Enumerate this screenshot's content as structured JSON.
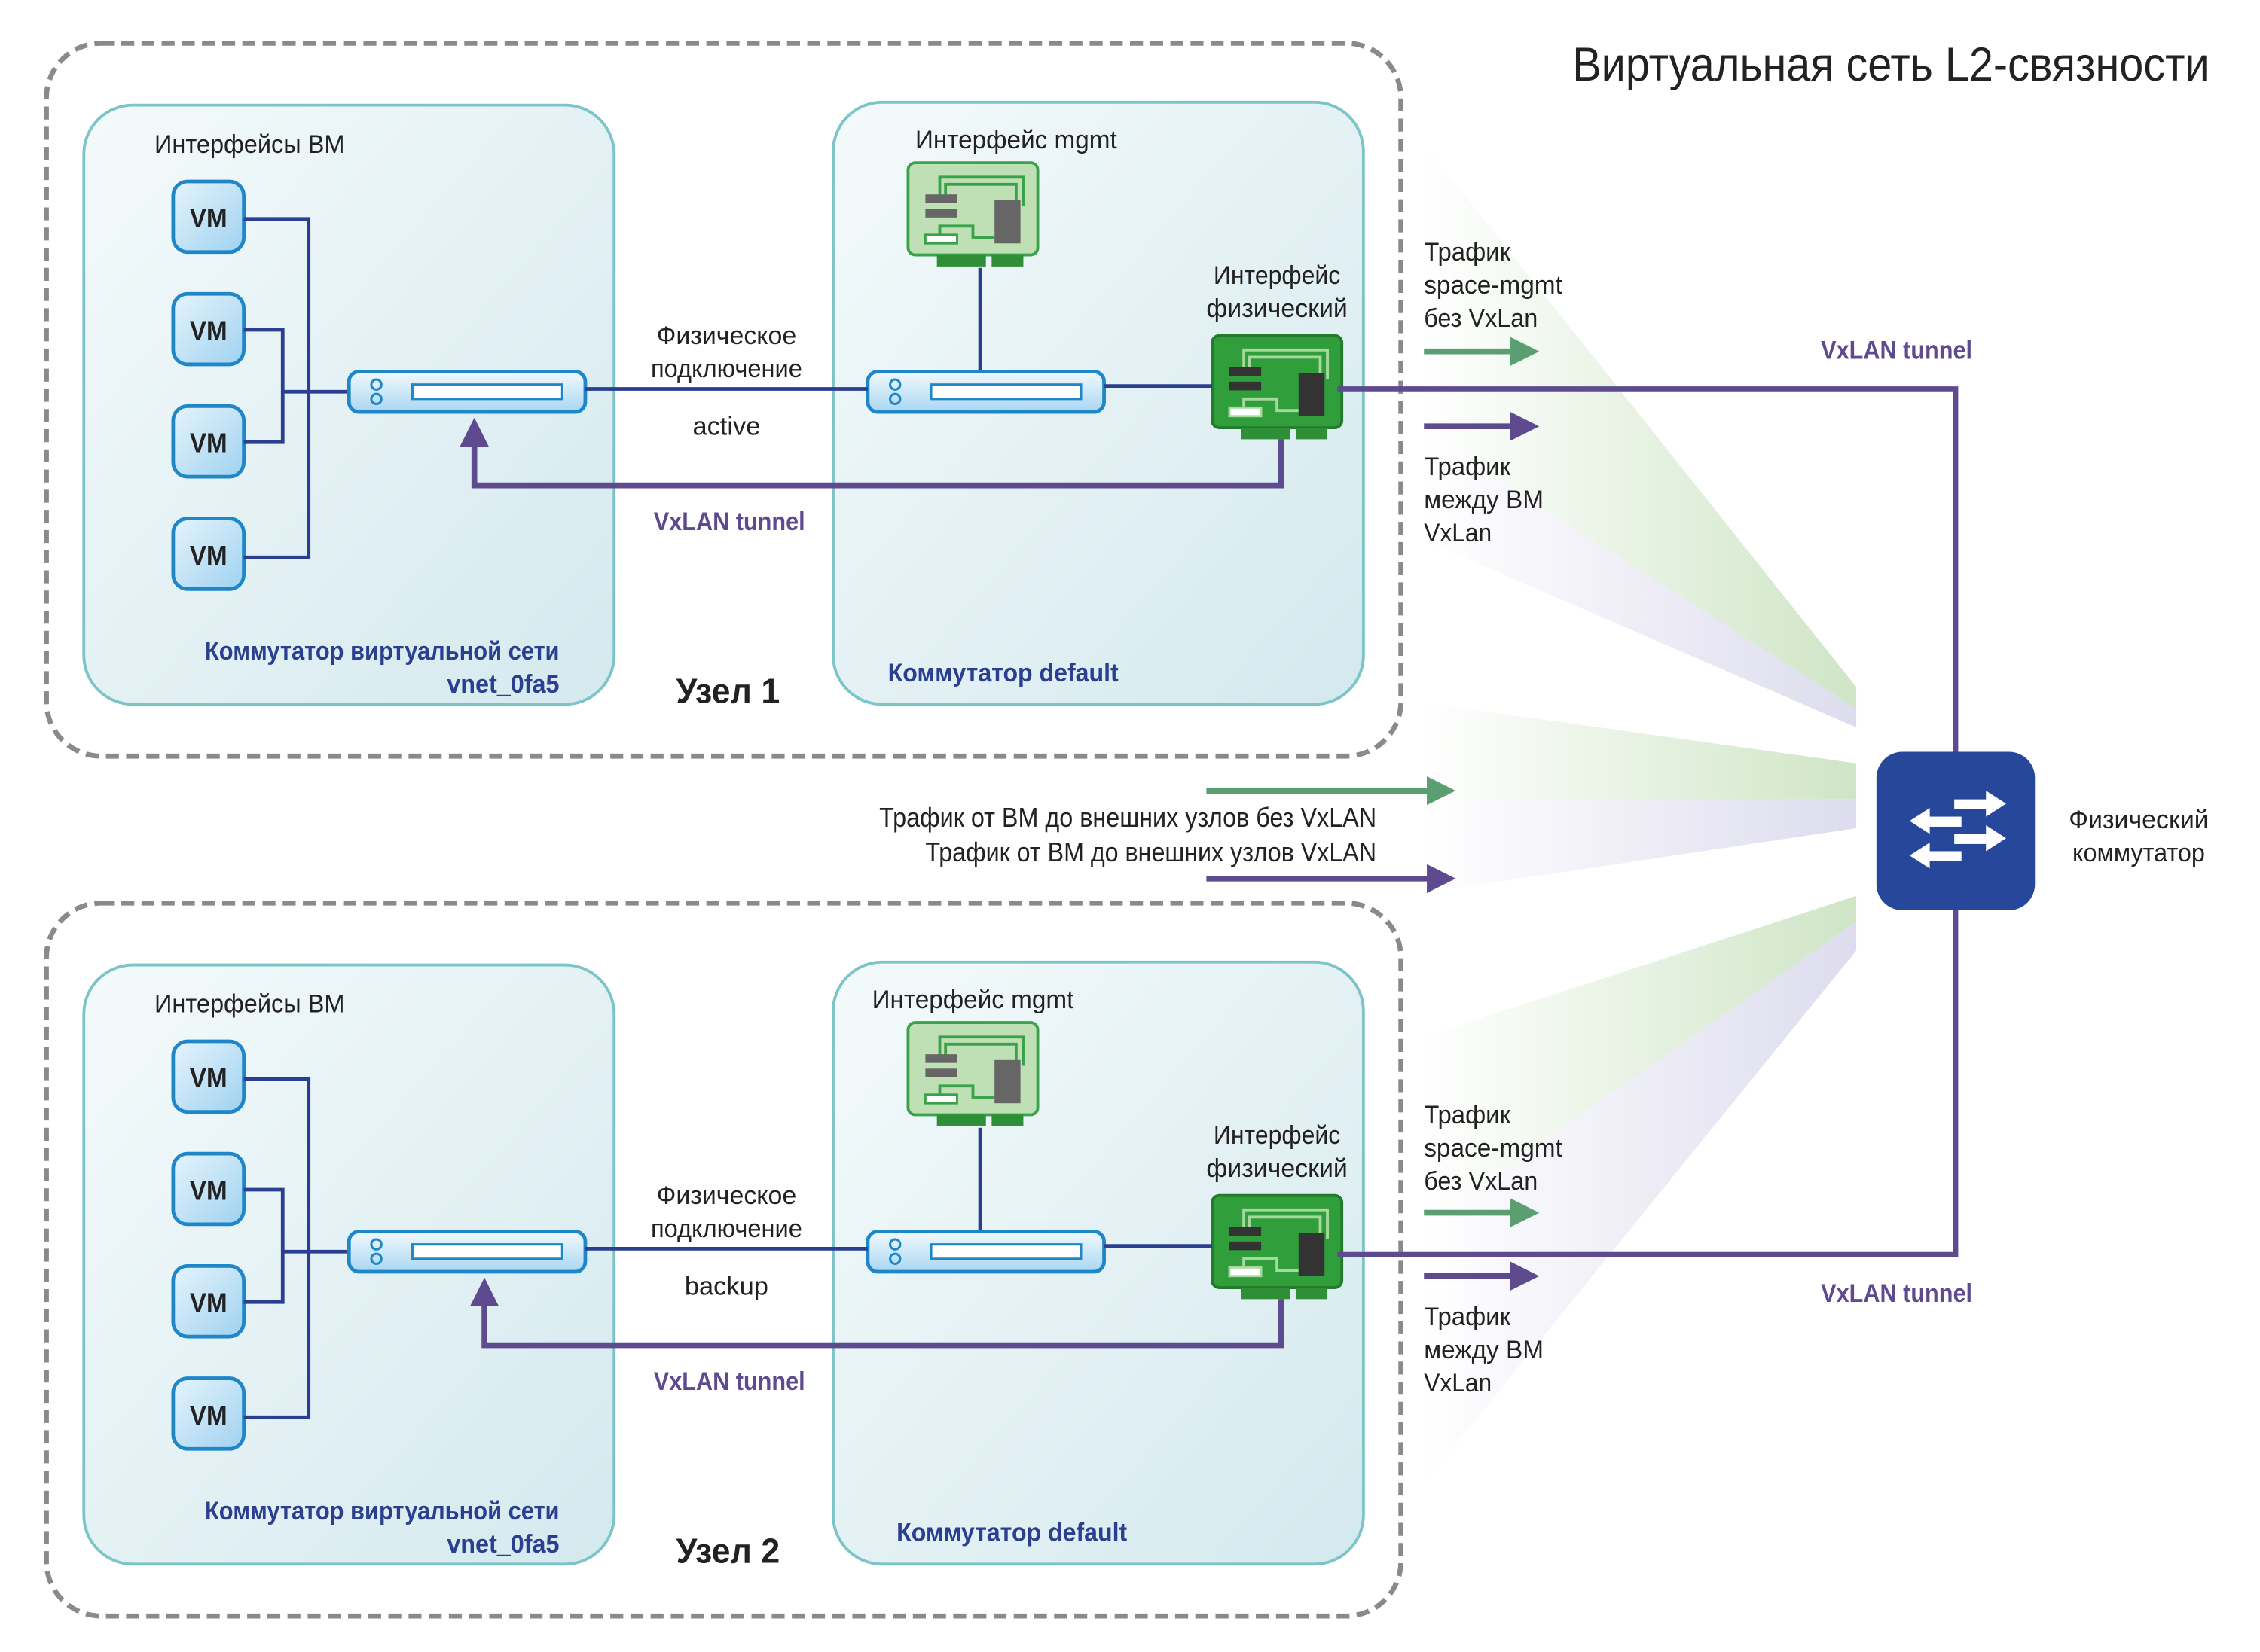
{
  "title": "Виртуальная сеть L2-связности",
  "colors": {
    "vm_line": "#2a3f8f",
    "vxlan": "#5e4b8f",
    "green_arrow": "#5a9e72",
    "green_text": "#2e6b2e",
    "purple_text": "#5e4b8f",
    "switch_label": "#2a3f8f",
    "physical_switch": "#26479a",
    "panel_border": "#7cc4c8",
    "dashed_border": "#8a8a8a"
  },
  "nodes": [
    {
      "name": "Узел 1",
      "vm_panel": {
        "header": "Интерфейсы ВМ",
        "vms": [
          "VM",
          "VM",
          "VM",
          "VM"
        ],
        "switch_label_line1": "Коммутатор виртуальной сети",
        "switch_label_line2": "vnet_0fa5"
      },
      "link": {
        "label_line1": "Физическое",
        "label_line2": "подключение",
        "state": "active",
        "tunnel_label": "VxLAN tunnel"
      },
      "default_panel": {
        "mgmt_label": "Интерфейс mgmt",
        "phys_label_line1": "Интерфейс",
        "phys_label_line2": "физический",
        "switch_label": "Коммутатор default"
      },
      "traffic": {
        "green_line1": "Трафик",
        "green_line2": "space-mgmt",
        "green_line3": "без VxLan",
        "purple_line1": "Трафик",
        "purple_line2": "между ВМ",
        "purple_line3": "VxLan"
      },
      "uplink_label": "VxLAN tunnel"
    },
    {
      "name": "Узел 2",
      "vm_panel": {
        "header": "Интерфейсы ВМ",
        "vms": [
          "VM",
          "VM",
          "VM",
          "VM"
        ],
        "switch_label_line1": "Коммутатор виртуальной сети",
        "switch_label_line2": "vnet_0fa5"
      },
      "link": {
        "label_line1": "Физическое",
        "label_line2": "подключение",
        "state": "backup",
        "tunnel_label": "VxLAN tunnel"
      },
      "default_panel": {
        "mgmt_label": "Интерфейс mgmt",
        "phys_label_line1": "Интерфейс",
        "phys_label_line2": "физический",
        "switch_label": "Коммутатор default"
      },
      "traffic": {
        "green_line1": "Трафик",
        "green_line2": "space-mgmt",
        "green_line3": "без VxLan",
        "purple_line1": "Трафик",
        "purple_line2": "между ВМ",
        "purple_line3": "VxLan"
      },
      "uplink_label": "VxLAN tunnel"
    }
  ],
  "legend": {
    "green": "Трафик от ВМ до внешних узлов без VxLAN",
    "purple": "Трафик от ВМ до внешних узлов VxLAN"
  },
  "physical_switch": {
    "label_line1": "Физический",
    "label_line2": "коммутатор",
    "icon": "switch-arrows-icon"
  }
}
